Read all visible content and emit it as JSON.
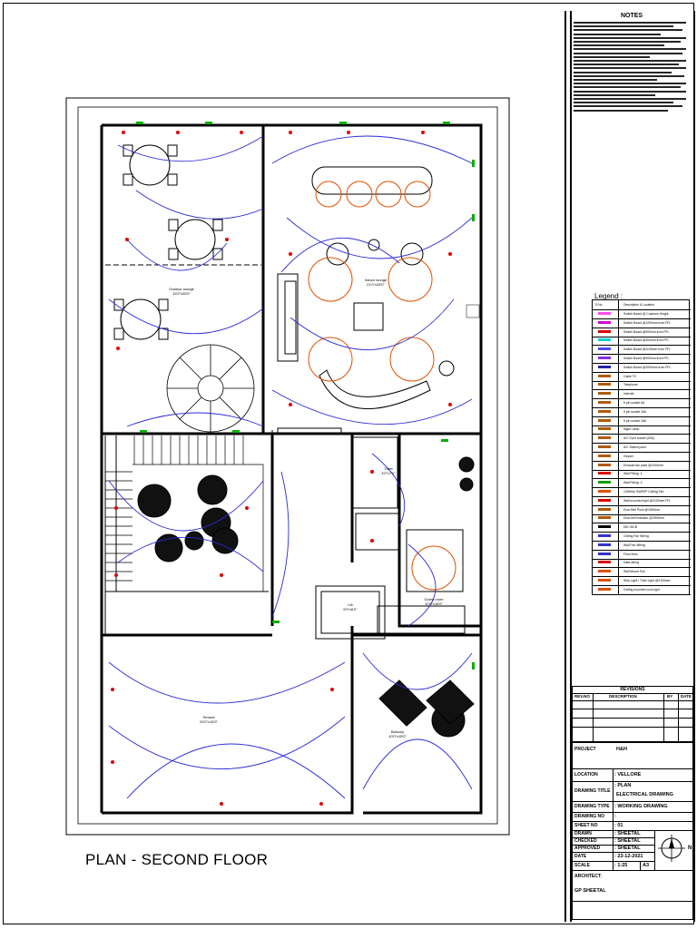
{
  "drawing": {
    "title": "PLAN - SECOND FLOOR",
    "rooms": [
      {
        "name": "Outdoor lounge",
        "dims": "15'0\"x25'0\""
      },
      {
        "name": "Indoor lounge",
        "dims": "21'0\"x25'0\""
      },
      {
        "name": "Toilet",
        "dims": "4'0\"x7'0\""
      },
      {
        "name": "Lift",
        "dims": "6'0\"x6'0\""
      },
      {
        "name": "Guest room",
        "dims": "12'0\"x16'0\""
      },
      {
        "name": "Terrace",
        "dims": "25'0\"x16'0\""
      },
      {
        "name": "Balcony",
        "dims": "10'0\"x15'0\""
      }
    ]
  },
  "notes": {
    "title": "NOTES"
  },
  "legend": {
    "title": "Legend :",
    "header": {
      "sym": "S.No",
      "desc": "Description & Location"
    },
    "items": [
      {
        "desc": "Switch Board @ Customs Height",
        "color": "#ff4df2"
      },
      {
        "desc": "Switch Board @1200mm from FFL",
        "color": "#d400d4"
      },
      {
        "desc": "Switch Board @900mm from FFL",
        "color": "#e00000"
      },
      {
        "desc": "Switch Board @300mm from FFL",
        "color": "#00d4d4"
      },
      {
        "desc": "Switch Board @1100mm from FFL",
        "color": "#4a4aff"
      },
      {
        "desc": "Switch Board @900mm from FFL",
        "color": "#8a2be2"
      },
      {
        "desc": "Switch Board @2000mm from FFL",
        "color": "#2222aa"
      },
      {
        "desc": "Cable TV",
        "color": "#b05a00"
      },
      {
        "desc": "Telephone",
        "color": "#b05a00"
      },
      {
        "desc": "Internet",
        "color": "#b05a00"
      },
      {
        "desc": "5 pin socket 6A",
        "color": "#b05a00"
      },
      {
        "desc": "5 pin socket 16A",
        "color": "#b05a00"
      },
      {
        "desc": "5 pin socket 16A",
        "color": "#b05a00"
      },
      {
        "desc": "Night Lamp",
        "color": "#b05a00"
      },
      {
        "desc": "A/C 5 pin socket (20A)",
        "color": "#b05a00"
      },
      {
        "desc": "A/C Switch point",
        "color": "#b05a00"
      },
      {
        "desc": "Geyser",
        "color": "#b05a00"
      },
      {
        "desc": "Exhaust fan point @2100mm",
        "color": "#b05a00"
      },
      {
        "desc": "Wall Fitting -1",
        "color": "#e00000"
      },
      {
        "desc": "Wall Fitting -2",
        "color": "#00a000"
      },
      {
        "desc": "1200mm SWEEP Ceiling Fan",
        "color": "#e05000"
      },
      {
        "desc": "Wall mounted light @2100mm FFL",
        "color": "#e00000"
      },
      {
        "desc": "Door Bell Push @1500mm",
        "color": "#b05a00"
      },
      {
        "desc": "Door bell indicator @2000mm",
        "color": "#b05a00"
      },
      {
        "desc": "DB / MCB",
        "color": "#000000"
      },
      {
        "desc": "Ceiling Fan Wiring",
        "color": "#3333cc"
      },
      {
        "desc": "Wall Fan Wiring",
        "color": "#3333cc"
      },
      {
        "desc": "Floor lines",
        "color": "#3333cc"
      },
      {
        "desc": "Data wiring",
        "color": "#e00000"
      },
      {
        "desc": "Wall Mount Fan",
        "color": "#e05000"
      },
      {
        "desc": "Strip Light / Tube Light @2100mm",
        "color": "#e05000"
      },
      {
        "desc": "Ceiling mounted cove light",
        "color": "#e05000"
      }
    ]
  },
  "revisions": {
    "title": "REVISIONS",
    "headers": [
      "REV.NO",
      "DESCRIPTION",
      "BY",
      "DATE"
    ]
  },
  "titleblock": {
    "project_label": "PROJECT",
    "project": "H&H",
    "location_label": "LOCATION",
    "location": ": VELLORE",
    "drawing_title_label": "DRAWING TITLE",
    "drawing_title_1": ": PLAN",
    "drawing_title_2": "ELECTRICAL DRAWING",
    "drawing_type_label": "DRAWING TYPE",
    "drawing_type": ": WORKING DRAWING",
    "drawing_no_label": "DRAWING NO",
    "drawing_no": ":",
    "sheet_no_label": "SHEET NO",
    "sheet_no": ": 01",
    "drawn_label": "DRAWN",
    "drawn": ": SHEETAL",
    "checked_label": "CHECKED",
    "checked": ": SHEETAL",
    "approved_label": "APPROVED",
    "approved": ": SHEETAL",
    "date_label": "DATE",
    "date": ": 23-12-2021",
    "scale_label": "SCALE",
    "scale": ": 1:25",
    "size": "A3",
    "architect_label": "ARCHITECT:",
    "architect": "GP SHEETAL",
    "north": "N"
  }
}
